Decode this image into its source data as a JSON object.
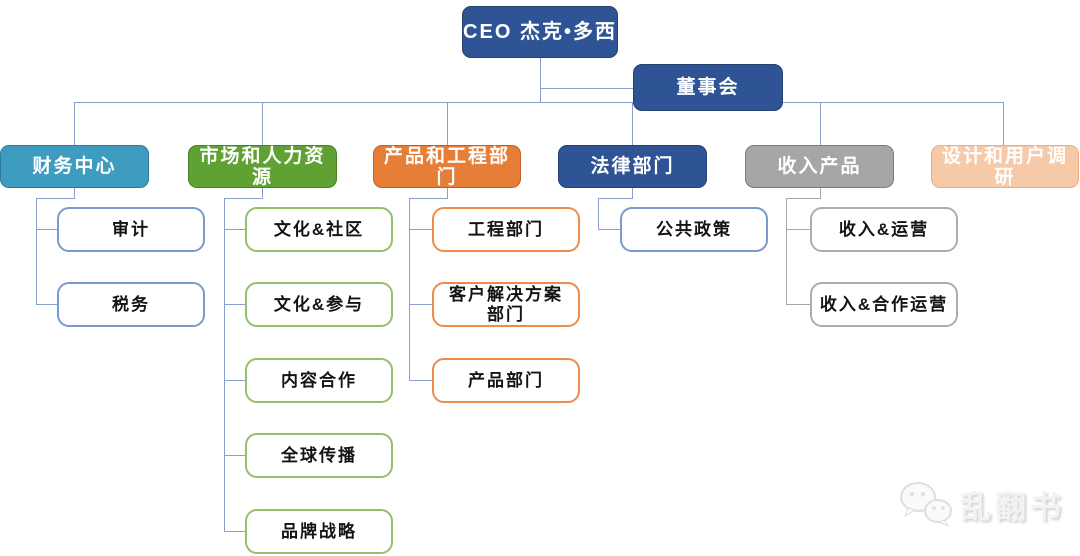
{
  "org": {
    "ceo": {
      "label": "CEO 杰克•多西"
    },
    "board": {
      "label": "董事会"
    },
    "departments": [
      {
        "id": "finance",
        "label": "财务中心",
        "color": "#3F9CC1",
        "children": [
          {
            "label": "审计"
          },
          {
            "label": "税务"
          }
        ]
      },
      {
        "id": "market",
        "label": "市场和人力资\n源",
        "color": "#5FA233",
        "children": [
          {
            "label": "文化&社区"
          },
          {
            "label": "文化&参与"
          },
          {
            "label": "内容合作"
          },
          {
            "label": "全球传播"
          },
          {
            "label": "品牌战略"
          }
        ]
      },
      {
        "id": "product",
        "label": "产品和工程部\n门",
        "color": "#E77E38",
        "children": [
          {
            "label": "工程部门"
          },
          {
            "label": "客户解决方案\n部门"
          },
          {
            "label": "产品部门"
          }
        ]
      },
      {
        "id": "legal",
        "label": "法律部门",
        "color": "#2F5496",
        "children": [
          {
            "label": "公共政策"
          }
        ]
      },
      {
        "id": "revenue",
        "label": "收入产品",
        "color": "#A6A6A6",
        "children": [
          {
            "label": "收入&运营"
          },
          {
            "label": "收入&合作运营"
          }
        ]
      },
      {
        "id": "design",
        "label": "设计和用户调\n研",
        "color": "#F6C9A8",
        "children": []
      }
    ]
  },
  "watermark": {
    "text": "乱翻书",
    "icon": "wechat-icon"
  },
  "palette": {
    "dark_blue": "#2F5496",
    "teal": "#3F9CC1",
    "green": "#5FA233",
    "orange": "#E77E38",
    "gray": "#A6A6A6",
    "peach": "#F6C9A8",
    "child_border_blue": "#7C99CB",
    "child_border_green": "#93C06A",
    "child_border_orange": "#ED8B49",
    "child_border_gray": "#ADADAD",
    "connector_blue": "#8AA0CC",
    "connector_gray": "#A8A8A8",
    "text_on_parent": "#FFFFFF",
    "text_on_child": "#141414"
  }
}
